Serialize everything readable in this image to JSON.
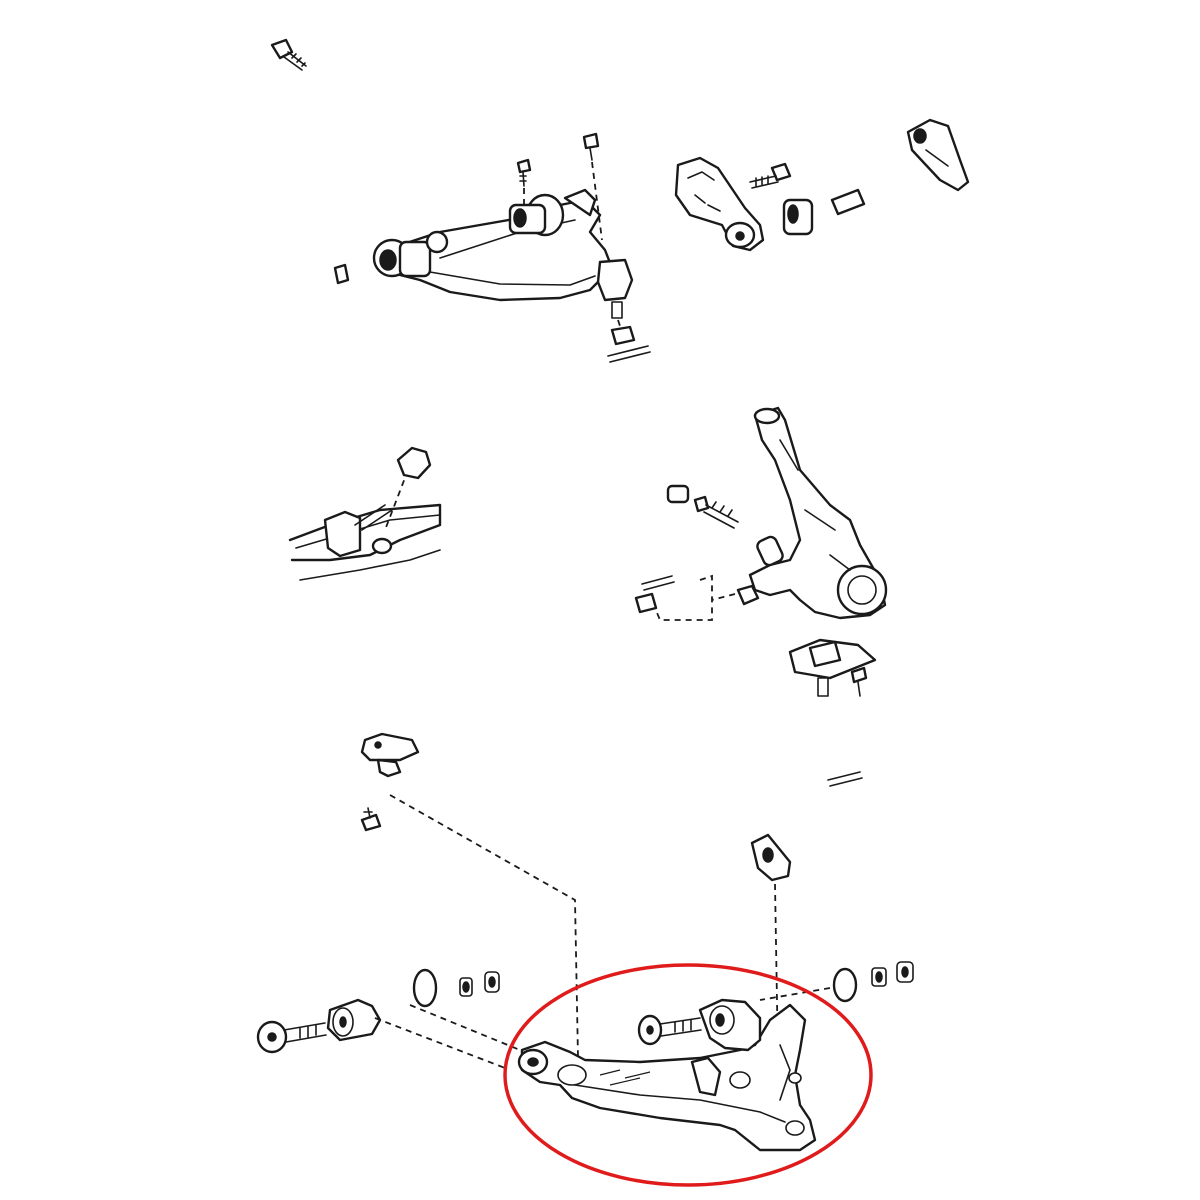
{
  "diagram": {
    "type": "exploded-parts-diagram",
    "line_color": "#1a1a1a",
    "background_color": "#ffffff",
    "highlight_color": "#e01b1b",
    "highlight_shape": "ellipse",
    "highlighted_part": "lower-control-arm",
    "parts": [
      "upper-control-arm",
      "upper-ball-joint",
      "pitman-bracket",
      "steering-knuckle",
      "lower-ball-joint",
      "frame-section",
      "bump-stopper",
      "lower-control-arm",
      "lower-arm-bushing",
      "camber-adjust-bolt"
    ]
  }
}
